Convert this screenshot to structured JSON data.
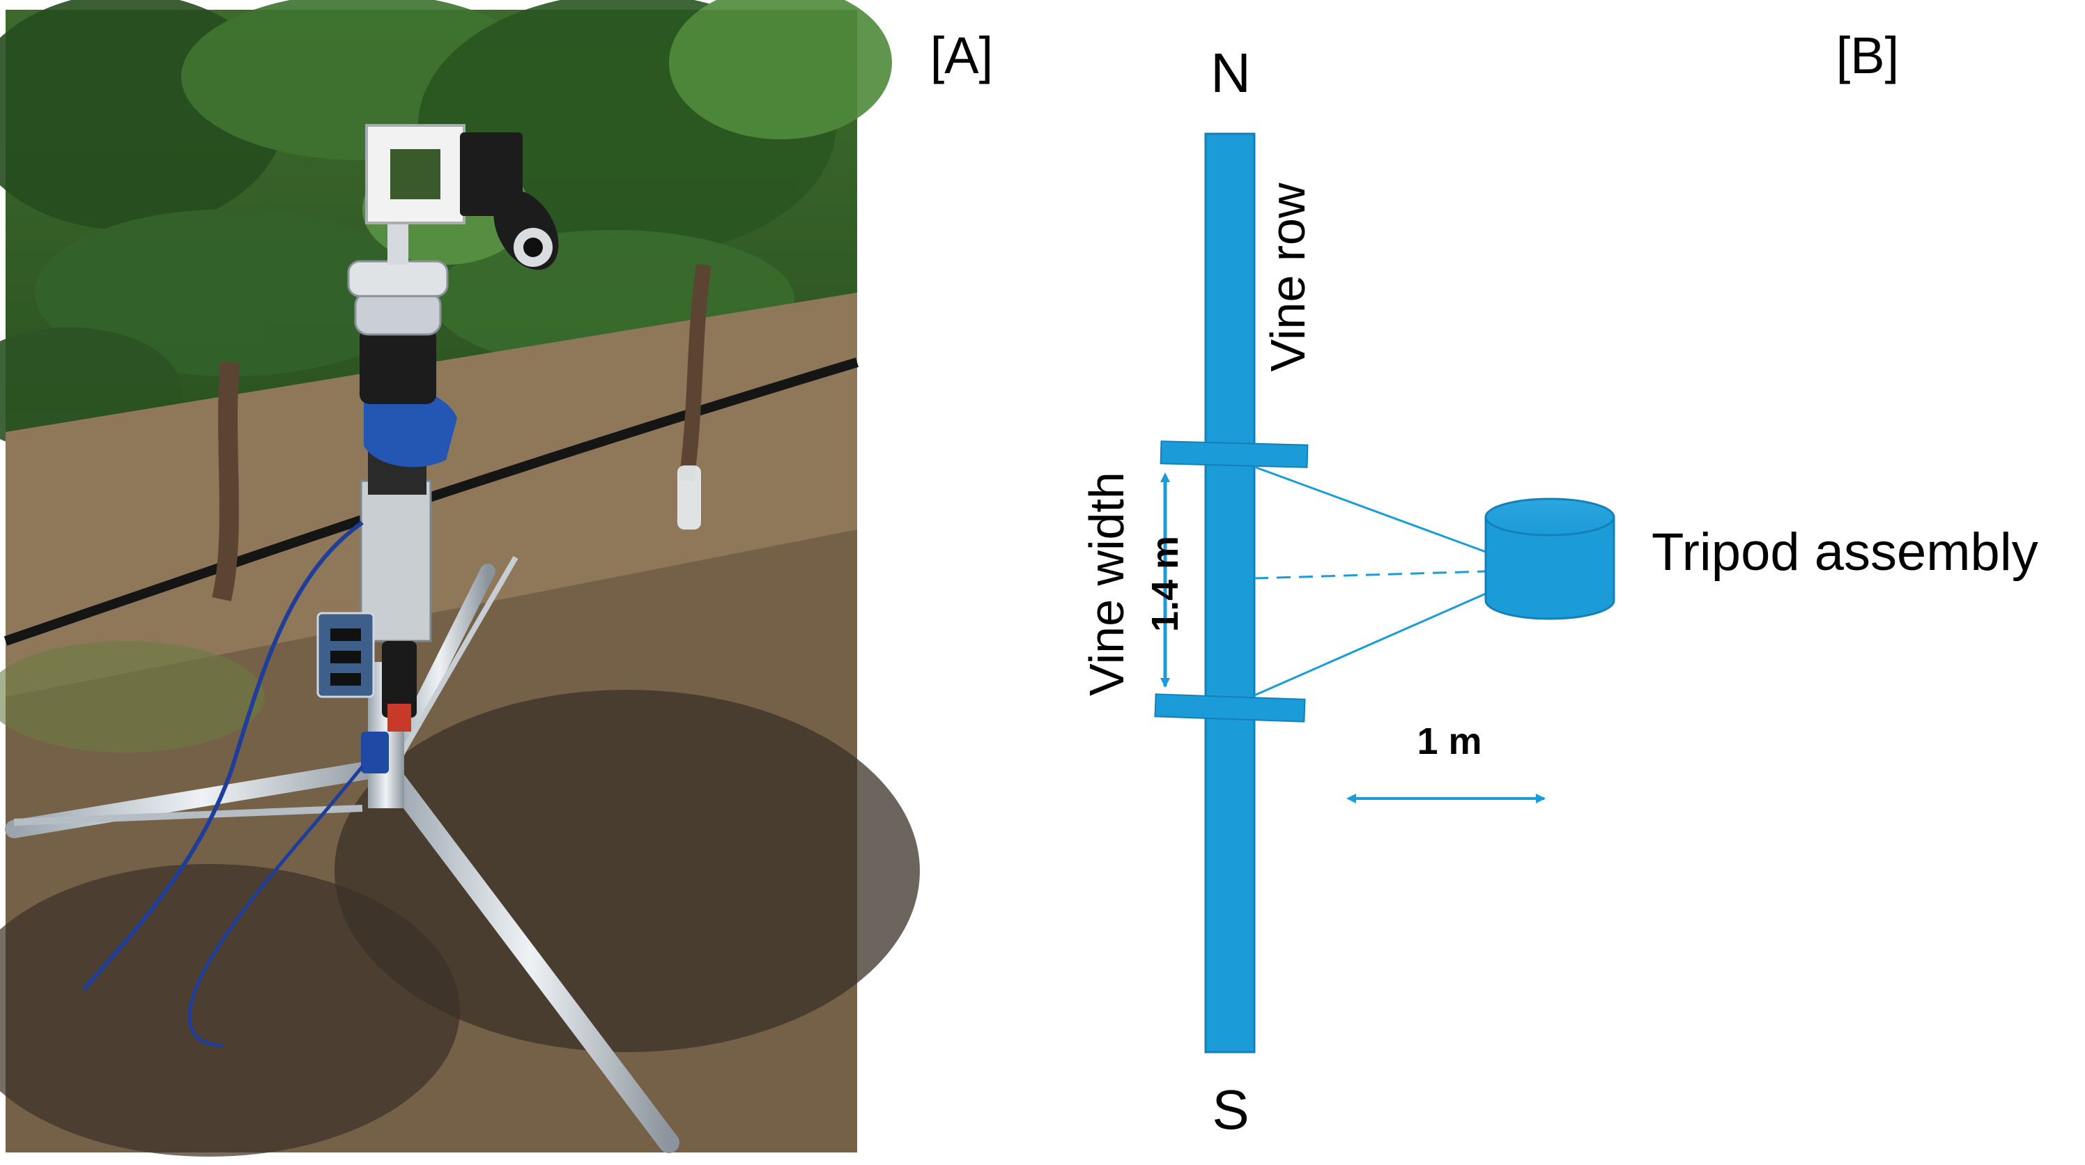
{
  "panels": {
    "a_label": "[A]",
    "b_label": "[B]"
  },
  "diagram": {
    "north": "N",
    "south": "S",
    "vine_row": "Vine row",
    "vine_width": "Vine width",
    "width_value": "1.4 m",
    "distance_value": "1 m",
    "tripod": "Tripod assembly"
  },
  "colors": {
    "accent": "#1b9bd7",
    "photo_foliage": "#2f5a26",
    "photo_soil": "#8a7256"
  }
}
